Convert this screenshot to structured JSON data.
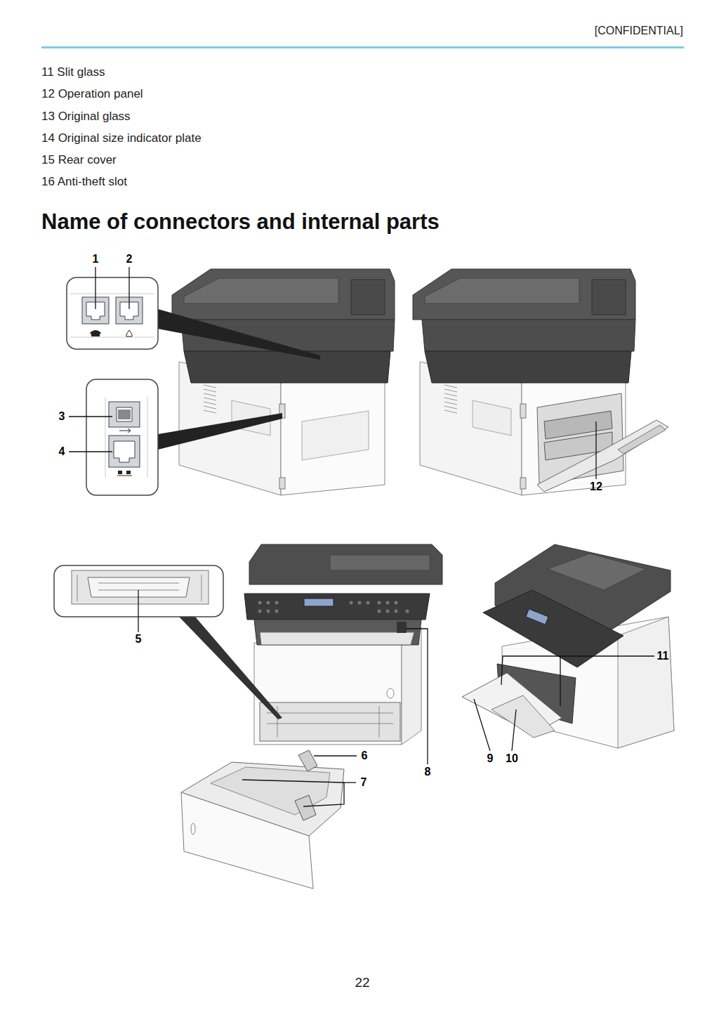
{
  "diagram": {
    "title": "Name of connectors and internal parts",
    "labels": [
      "[CONFIDENTIAL]",
      "11 Slit glass",
      "12 Operation panel",
      "13 Original glass",
      "14 Original size indicator plate",
      "15 Rear cover",
      "16 Anti-theft slot",
      "1",
      "2",
      "3",
      "4",
      "12",
      "5",
      "6",
      "7",
      "8",
      "9",
      "10",
      "11",
      "22"
    ]
  }
}
